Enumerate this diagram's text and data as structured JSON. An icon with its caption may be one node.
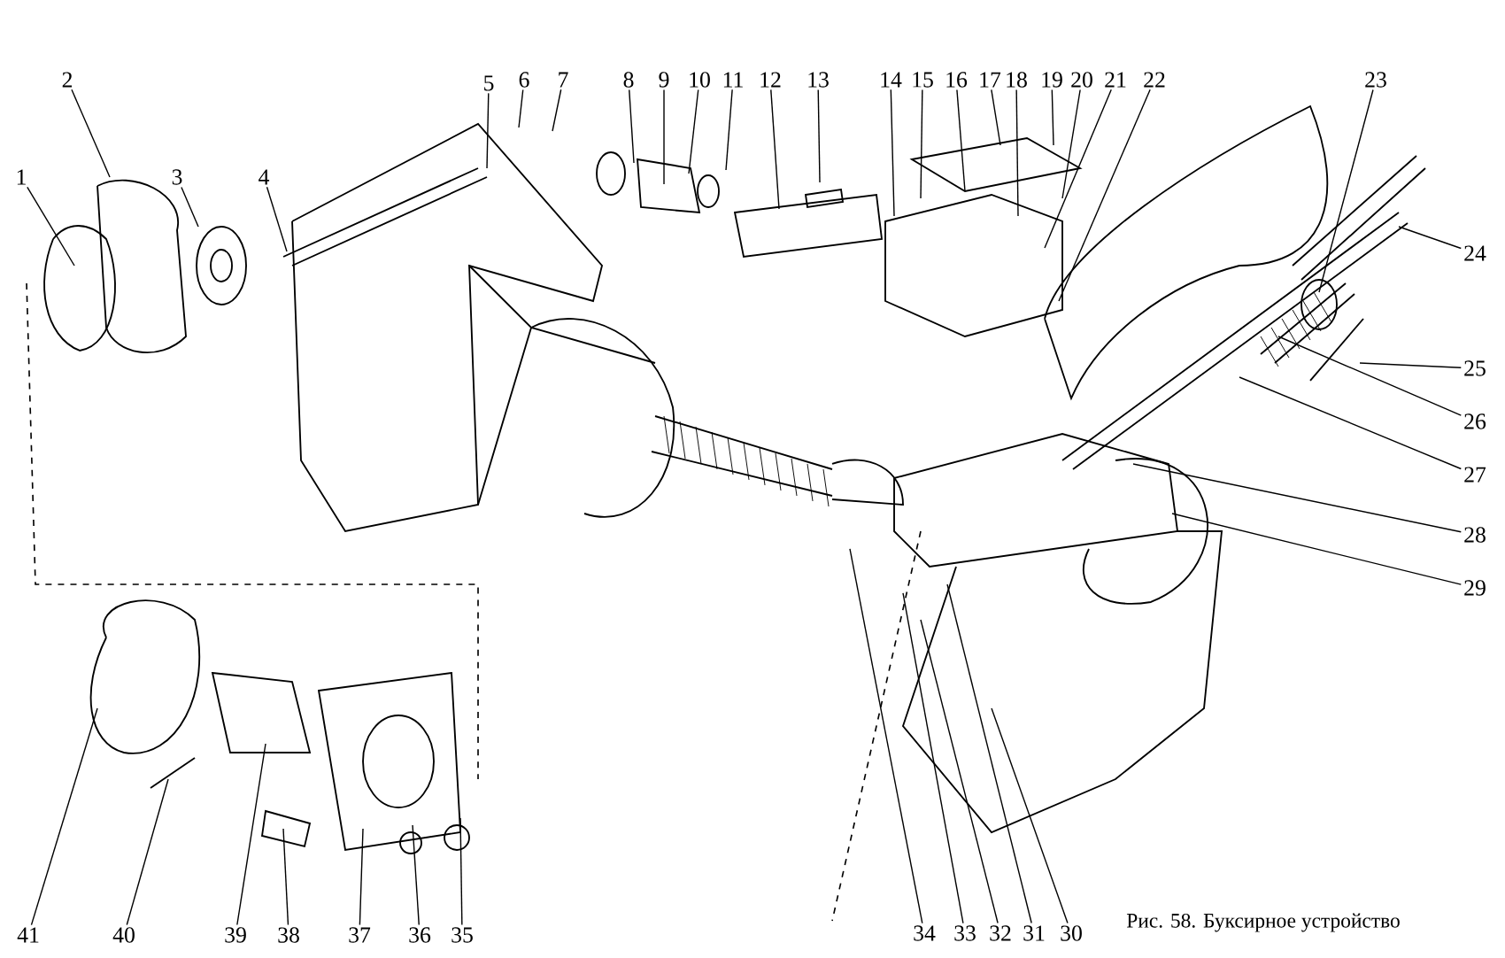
{
  "diagram": {
    "caption": "Рис. 58. Буксирное устройство",
    "nodes": [
      {
        "text": [
          "1"
        ]
      },
      {
        "text": [
          "2"
        ]
      },
      {
        "text": [
          "3"
        ]
      },
      {
        "text": [
          "4"
        ]
      },
      {
        "text": [
          "5"
        ]
      },
      {
        "text": [
          "6"
        ]
      },
      {
        "text": [
          "7"
        ]
      },
      {
        "text": [
          "8"
        ]
      },
      {
        "text": [
          "9"
        ]
      },
      {
        "text": [
          "10"
        ]
      },
      {
        "text": [
          "11"
        ]
      },
      {
        "text": [
          "12"
        ]
      },
      {
        "text": [
          "13"
        ]
      },
      {
        "text": [
          "14"
        ]
      },
      {
        "text": [
          "15"
        ]
      },
      {
        "text": [
          "16"
        ]
      },
      {
        "text": [
          "17"
        ]
      },
      {
        "text": [
          "18"
        ]
      },
      {
        "text": [
          "19"
        ]
      },
      {
        "text": [
          "20"
        ]
      },
      {
        "text": [
          "21"
        ]
      },
      {
        "text": [
          "22"
        ]
      },
      {
        "text": [
          "23"
        ]
      },
      {
        "text": [
          "24"
        ]
      },
      {
        "text": [
          "25"
        ]
      },
      {
        "text": [
          "26"
        ]
      },
      {
        "text": [
          "27"
        ]
      },
      {
        "text": [
          "28"
        ]
      },
      {
        "text": [
          "29"
        ]
      },
      {
        "text": [
          "30"
        ]
      },
      {
        "text": [
          "31"
        ]
      },
      {
        "text": [
          "32"
        ]
      },
      {
        "text": [
          "33"
        ]
      },
      {
        "text": [
          "34"
        ]
      },
      {
        "text": [
          "35"
        ]
      },
      {
        "text": [
          "36"
        ]
      },
      {
        "text": [
          "37"
        ]
      },
      {
        "text": [
          "38"
        ]
      },
      {
        "text": [
          "39"
        ]
      },
      {
        "text": [
          "40"
        ]
      },
      {
        "text": [
          "41"
        ]
      }
    ],
    "edges": [
      {
        "from": 0,
        "to": null,
        "arrow": "none"
      },
      {
        "from": 1,
        "to": null,
        "arrow": "none"
      },
      {
        "from": 2,
        "to": null,
        "arrow": "none"
      },
      {
        "from": 3,
        "to": null,
        "arrow": "none"
      },
      {
        "from": 4,
        "to": null,
        "arrow": "none"
      },
      {
        "from": 5,
        "to": null,
        "arrow": "none"
      },
      {
        "from": 6,
        "to": null,
        "arrow": "none"
      },
      {
        "from": 7,
        "to": null,
        "arrow": "none"
      },
      {
        "from": 8,
        "to": null,
        "arrow": "none"
      },
      {
        "from": 9,
        "to": null,
        "arrow": "none"
      },
      {
        "from": 10,
        "to": null,
        "arrow": "none"
      },
      {
        "from": 11,
        "to": null,
        "arrow": "none"
      },
      {
        "from": 12,
        "to": null,
        "arrow": "none"
      },
      {
        "from": 13,
        "to": null,
        "arrow": "none"
      },
      {
        "from": 14,
        "to": null,
        "arrow": "none"
      },
      {
        "from": 15,
        "to": null,
        "arrow": "none"
      },
      {
        "from": 16,
        "to": null,
        "arrow": "none"
      },
      {
        "from": 17,
        "to": null,
        "arrow": "none"
      },
      {
        "from": 18,
        "to": null,
        "arrow": "none"
      },
      {
        "from": 19,
        "to": null,
        "arrow": "none"
      },
      {
        "from": 20,
        "to": null,
        "arrow": "none"
      },
      {
        "from": 21,
        "to": null,
        "arrow": "none"
      },
      {
        "from": 22,
        "to": null,
        "arrow": "none"
      },
      {
        "from": 23,
        "to": null,
        "arrow": "none"
      },
      {
        "from": 24,
        "to": null,
        "arrow": "none"
      },
      {
        "from": 25,
        "to": null,
        "arrow": "none"
      },
      {
        "from": 26,
        "to": null,
        "arrow": "none"
      },
      {
        "from": 27,
        "to": null,
        "arrow": "none"
      },
      {
        "from": 28,
        "to": null,
        "arrow": "none"
      },
      {
        "from": 29,
        "to": null,
        "arrow": "none"
      },
      {
        "from": 30,
        "to": null,
        "arrow": "none"
      },
      {
        "from": 31,
        "to": null,
        "arrow": "none"
      },
      {
        "from": 32,
        "to": null,
        "arrow": "none"
      },
      {
        "from": 33,
        "to": null,
        "arrow": "none"
      },
      {
        "from": 34,
        "to": null,
        "arrow": "none"
      },
      {
        "from": 35,
        "to": null,
        "arrow": "none"
      },
      {
        "from": 36,
        "to": null,
        "arrow": "none"
      },
      {
        "from": 37,
        "to": null,
        "arrow": "none"
      },
      {
        "from": 38,
        "to": null,
        "arrow": "none"
      },
      {
        "from": 39,
        "to": null,
        "arrow": "none"
      },
      {
        "from": 40,
        "to": null,
        "arrow": "none"
      }
    ]
  }
}
